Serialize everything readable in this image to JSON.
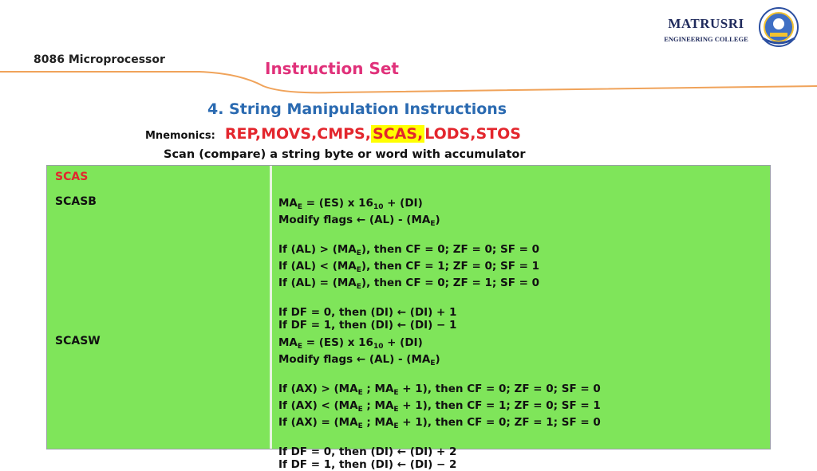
{
  "brand": {
    "name": "MATRUSRI",
    "subtitle": "ENGINEERING COLLEGE"
  },
  "course_title": "8086 Microprocessor",
  "slide_title": "Instruction Set",
  "section_title": "4. String Manipulation Instructions",
  "mnemonics": {
    "label": "Mnemonics:",
    "items": [
      "REP, ",
      "MOVS, ",
      "CMPS, ",
      "SCAS,",
      " LODS, ",
      "STOS"
    ],
    "highlight_color": "#ffff00",
    "text_color": "#e3262d"
  },
  "description": "Scan (compare) a string byte or word with accumulator",
  "table": {
    "header": "SCAS",
    "background": "#7fe55a",
    "rows": [
      {
        "label": "SCASB",
        "lines": [
          [
            "MA",
            "E",
            " = (ES) x 16",
            "10",
            " + (DI)"
          ],
          [
            "Modify flags ← (AL) - (MA",
            "E",
            ")"
          ],
          [],
          [
            "If (AL) > (MA",
            "E",
            "), then CF = 0; ZF = 0; SF = 0"
          ],
          [
            "If (AL) < (MA",
            "E",
            "), then CF = 1; ZF = 0; SF = 1"
          ],
          [
            "If (AL) = (MA",
            "E",
            "), then CF = 0; ZF = 1; SF = 0"
          ],
          [],
          [
            "If DF = 0, then (DI) ← (DI) + 1"
          ],
          [
            "If DF = 1, then (DI) ← (DI) − 1"
          ]
        ]
      },
      {
        "label": "SCASW",
        "lines": [
          [
            "MA",
            "E",
            " = (ES) x 16",
            "10",
            " + (DI)"
          ],
          [
            "Modify flags ← (AL) - (MA",
            "E",
            ")"
          ],
          [],
          [
            "If (AX) > (MA",
            "E",
            " ; MA",
            "E",
            " + 1), then CF = 0; ZF = 0; SF = 0"
          ],
          [
            "If (AX) < (MA",
            "E",
            " ; MA",
            "E",
            " + 1), then CF = 1; ZF = 0; SF = 1"
          ],
          [
            "If (AX) = (MA",
            "E",
            " ; MA",
            "E",
            " + 1), then CF = 0; ZF = 1; SF = 0"
          ],
          [],
          [
            "If DF = 0, then (DI) ← (DI) + 2"
          ],
          [
            "If DF = 1, then (DI) ← (DI) − 2"
          ]
        ]
      }
    ]
  }
}
